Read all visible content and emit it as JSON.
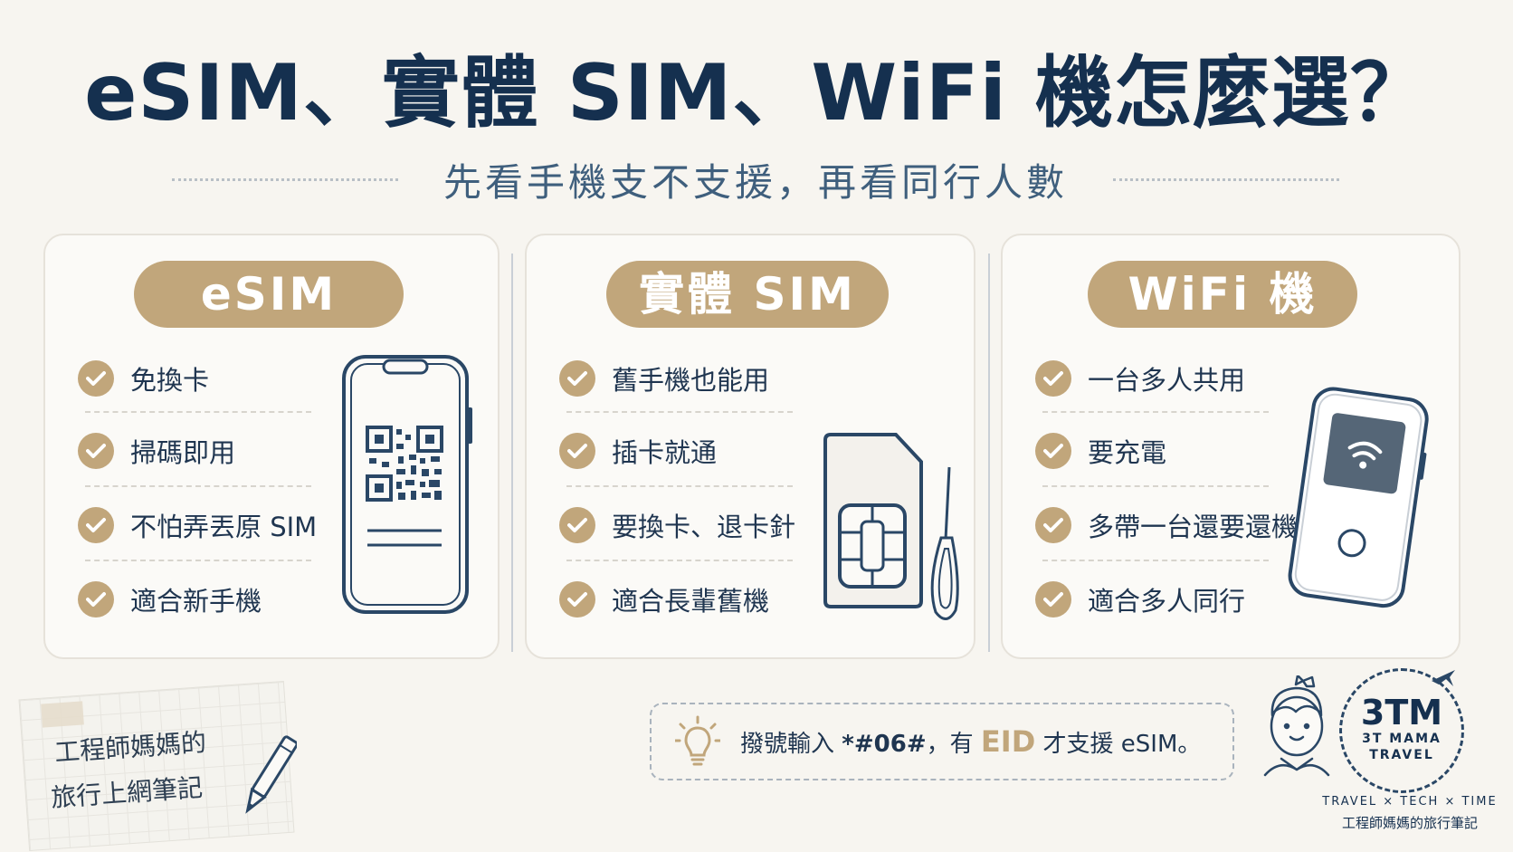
{
  "title": "eSIM、實體 SIM、WiFi 機怎麼選？",
  "subtitle": "先看手機支不支援，再看同行人數",
  "cards": [
    {
      "label": "eSIM",
      "items": [
        "免換卡",
        "掃碼即用",
        "不怕弄丟原 SIM",
        "適合新手機"
      ],
      "illustration": "phone-qr-icon"
    },
    {
      "label": "實體 SIM",
      "items": [
        "舊手機也能用",
        "插卡就通",
        "要換卡、退卡針",
        "適合長輩舊機"
      ],
      "illustration": "sim-card-icon"
    },
    {
      "label": "WiFi 機",
      "items": [
        "一台多人共用",
        "要充電",
        "多帶一台還要還機",
        "適合多人同行"
      ],
      "illustration": "pocket-wifi-icon"
    }
  ],
  "tip": {
    "prefix": "撥號輸入",
    "code": "*#06#",
    "middle": "，有",
    "eid": "EID",
    "suffix": "才支援 eSIM。",
    "icon": "lightbulb-icon"
  },
  "note": {
    "line1": "工程師媽媽的",
    "line2": "旅行上網筆記"
  },
  "brand": {
    "logo_text": "3TM",
    "logo_sub1": "3T MAMA",
    "logo_sub2": "TRAVEL",
    "tagline": "TRAVEL × TECH × TIME",
    "subtitle": "工程師媽媽的旅行筆記"
  },
  "colors": {
    "accent": "#c1a67b",
    "navy": "#15304f",
    "background": "#f7f5f0"
  }
}
